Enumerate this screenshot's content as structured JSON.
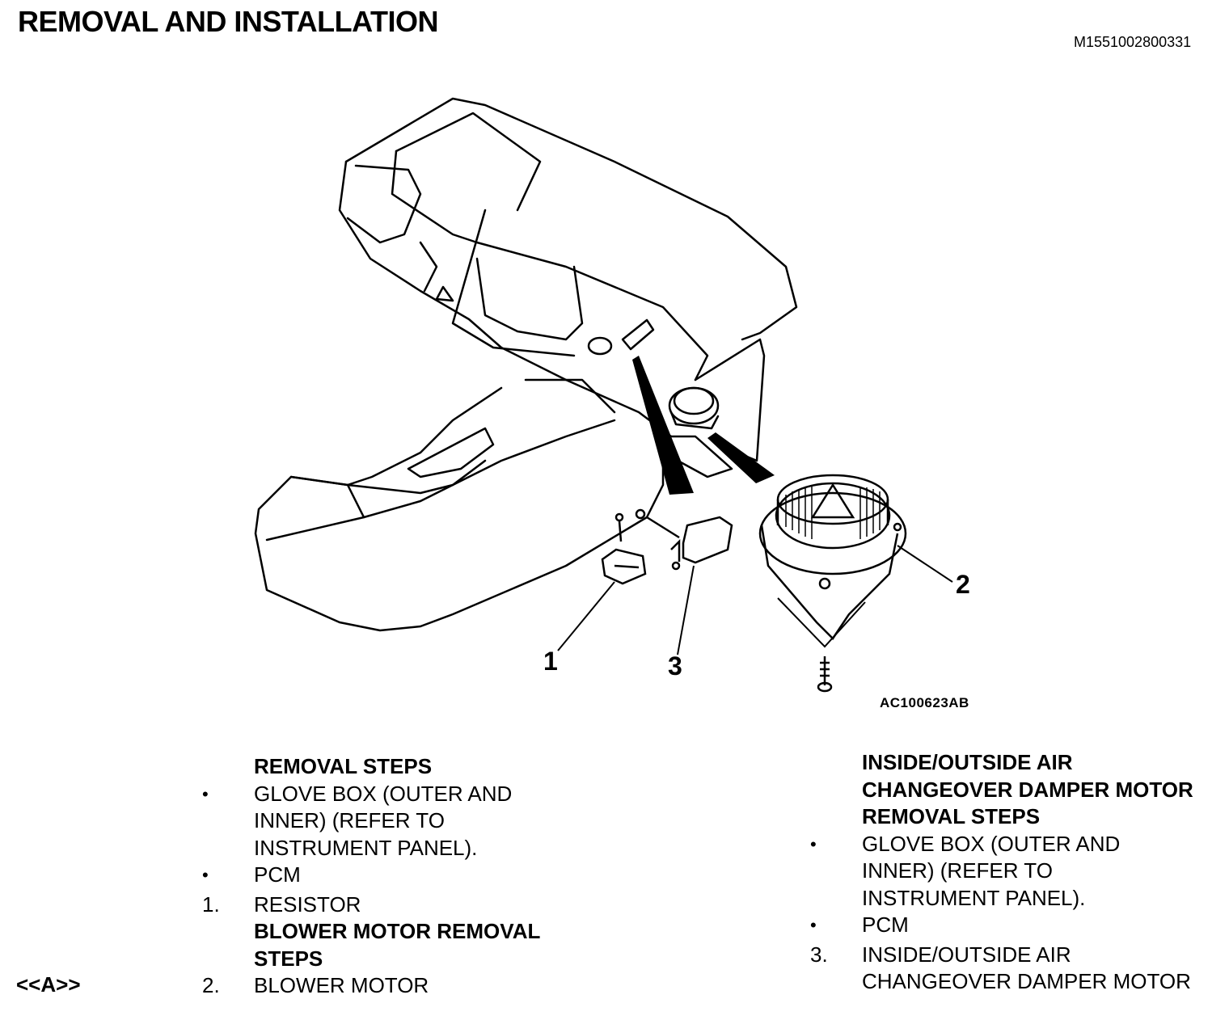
{
  "header": {
    "title": "REMOVAL AND INSTALLATION",
    "doc_id": "M1551002800331"
  },
  "figure": {
    "code": "AC100623AB",
    "callouts": [
      "1",
      "3",
      "2"
    ]
  },
  "left_steps": {
    "heading1": "REMOVAL STEPS",
    "bullet_glyph": "•",
    "item1_line1": "GLOVE BOX (OUTER AND",
    "item1_line2": "INNER) (REFER TO",
    "item1_line3": "INSTRUMENT PANEL).",
    "item2": "PCM",
    "item3_num": "1.",
    "item3": "RESISTOR",
    "heading2_line1": "BLOWER MOTOR REMOVAL",
    "heading2_line2": "STEPS",
    "ref_tag": "<<A>>",
    "item4_num": "2.",
    "item4": "BLOWER MOTOR"
  },
  "right_steps": {
    "heading_line1": "INSIDE/OUTSIDE AIR",
    "heading_line2": "CHANGEOVER DAMPER MOTOR",
    "heading_line3": "REMOVAL STEPS",
    "bullet_glyph": "•",
    "item1_line1": "GLOVE BOX (OUTER AND",
    "item1_line2": "INNER) (REFER TO",
    "item1_line3": "INSTRUMENT PANEL).",
    "item2": "PCM",
    "item3_num": "3.",
    "item3_line1": "INSIDE/OUTSIDE AIR",
    "item3_line2": "CHANGEOVER DAMPER MOTOR"
  }
}
